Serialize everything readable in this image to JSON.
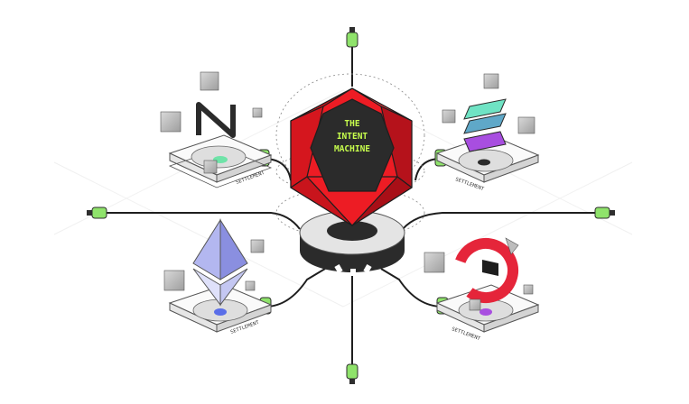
{
  "hub": {
    "title_lines": [
      "THE",
      "INTENT",
      "MACHINE"
    ],
    "colors": {
      "red": "#ed1c24",
      "dark_red": "#b5121b",
      "screen": "#2b2b2b",
      "text": "#c8ff4d"
    }
  },
  "platforms": [
    {
      "name": "near-platform",
      "logo": "near-logo",
      "label": "SETTLEMENT"
    },
    {
      "name": "solana-platform",
      "logo": "solana-logo",
      "label": "SETTLEMENT"
    },
    {
      "name": "ethereum-platform",
      "logo": "ethereum-logo",
      "label": "SETTLEMENT"
    },
    {
      "name": "circle-platform",
      "logo": "circle-logo",
      "label": "SETTLEMENT"
    }
  ],
  "colors": {
    "connector_green": "#8fe36b",
    "connector_outline": "#2e2e2e",
    "ethereum": "#8a8fe0",
    "solana_teal": "#6fe3c4",
    "solana_blue": "#5fa8c8",
    "solana_purple": "#a84ee0",
    "circle_red": "#e5253a",
    "cube": "#bdbdbd"
  }
}
